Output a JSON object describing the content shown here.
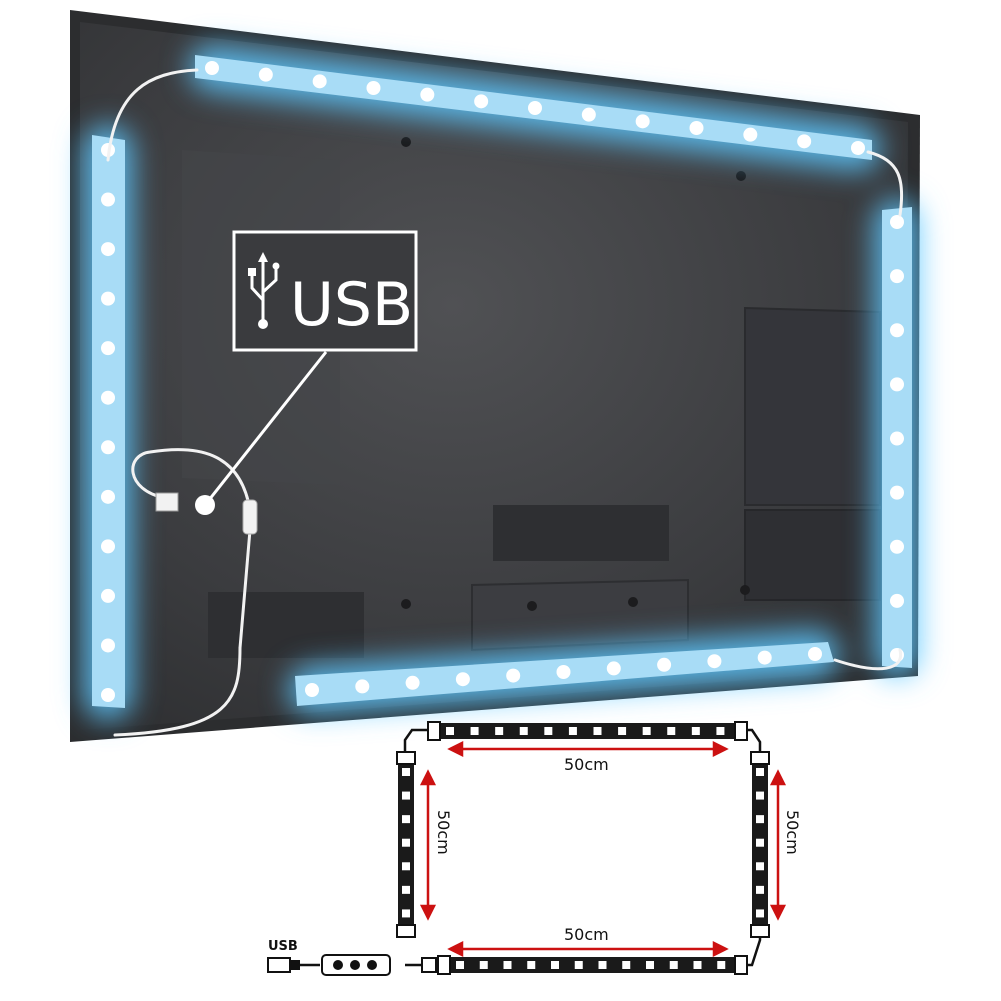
{
  "callout": {
    "label": "USB"
  },
  "diagram": {
    "top_length": "50cm",
    "bottom_length": "50cm",
    "left_length": "50cm",
    "right_length": "50cm",
    "plug_label": "USB"
  },
  "colors": {
    "led_glow": "#5ec8ff",
    "tv_back": "#3a3b3e",
    "dimension_arrow": "#cc1111"
  }
}
